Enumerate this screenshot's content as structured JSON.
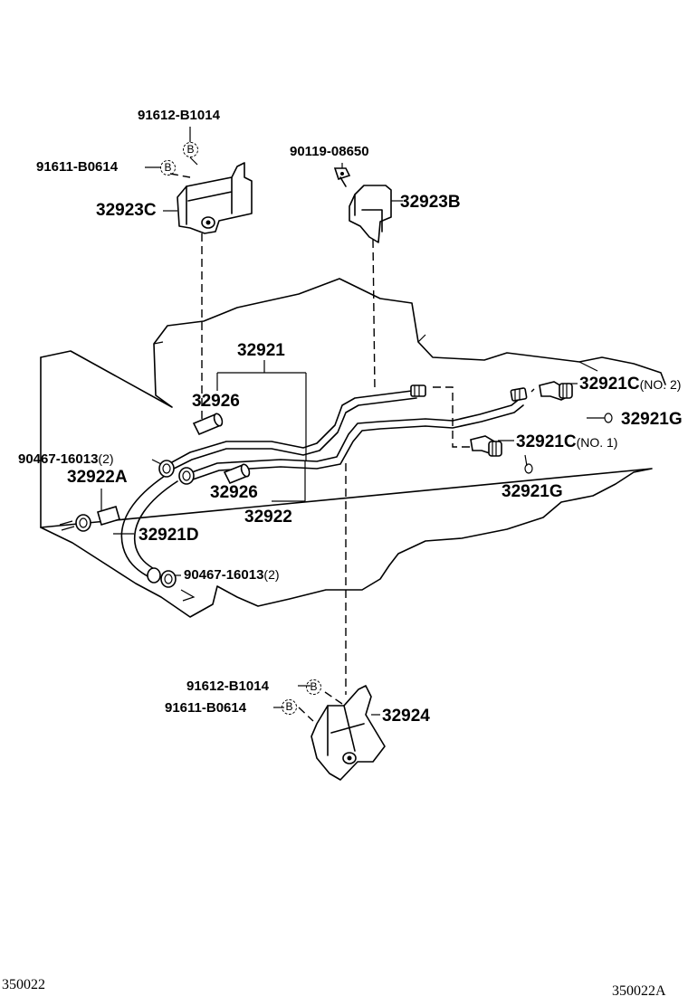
{
  "labels": {
    "p91612_top": "91612-B1014",
    "p91611_top": "91611-B0614",
    "p32923C": "32923C",
    "p90119": "90119-08650",
    "p32923B": "32923B",
    "p32921": "32921",
    "p32926_a": "32926",
    "p32926_b": "32926",
    "p32922": "32922",
    "p90467_a": "90467-16013",
    "p90467_a_qty": "(2)",
    "p32922A": "32922A",
    "p32921D": "32921D",
    "p90467_b": "90467-16013",
    "p90467_b_qty": "(2)",
    "p32921C_no2": "32921C",
    "p32921C_no2_tag": "(NO. 2)",
    "p32921G_a": "32921G",
    "p32921C_no1": "32921C",
    "p32921C_no1_tag": "(NO. 1)",
    "p32921G_b": "32921G",
    "p91612_bot": "91612-B1014",
    "p91611_bot": "91611-B0614",
    "p32924": "32924"
  },
  "bolt_marker": "B",
  "codes": {
    "left": "350022",
    "right": "350022A"
  }
}
